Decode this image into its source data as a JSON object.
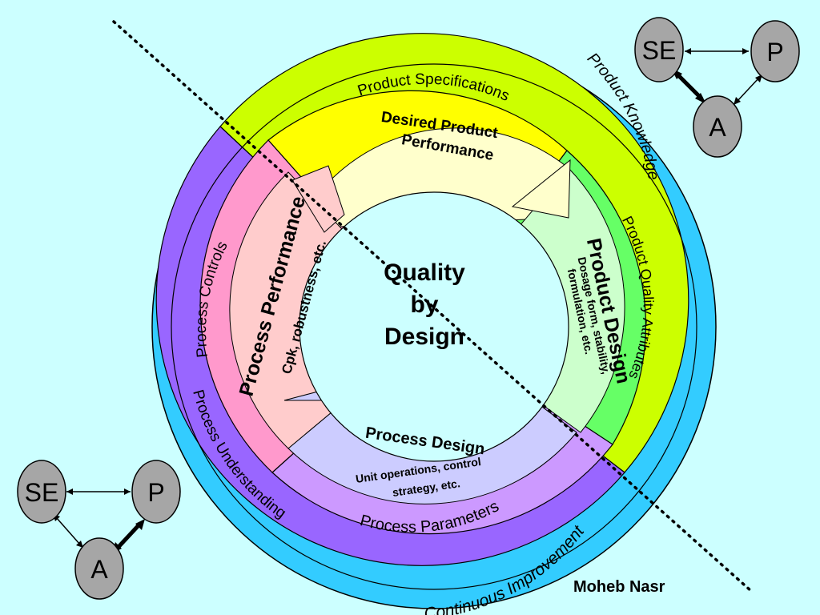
{
  "center": {
    "line1": "Quality",
    "line2": "by",
    "line3": "Design"
  },
  "outer_ring": {
    "top": "Product Knowledge",
    "bottom": "Continuous Improvement",
    "left": "Process Understanding"
  },
  "middle_ring": {
    "top": "Product Specifications",
    "right": "Product Quality Attributes",
    "bottom": "Process Parameters",
    "left": "Process Controls"
  },
  "inner_ring": {
    "top_title_line1": "Desired Product",
    "top_title_line2": "Performance",
    "right_title": "Product Design",
    "right_sub_line1": "Dosage form, stability,",
    "right_sub_line2": "formulation, etc.",
    "bottom_title": "Process Design",
    "bottom_sub_line1": "Unit operations, control",
    "bottom_sub_line2": "strategy, etc.",
    "left_title": "Process Performance",
    "left_sub": "Cpk, robustness, etc."
  },
  "triangle_top_right": {
    "se": "SE",
    "p": "P",
    "a": "A"
  },
  "triangle_bottom_left": {
    "se": "SE",
    "p": "P",
    "a": "A"
  },
  "author": "Moheb Nasr",
  "colors": {
    "background": "#ccffff",
    "outer_ring": "#33ccff",
    "green_yellow": "#ccff00",
    "purple": "#9966ff",
    "yellow": "#ffff00",
    "green": "#66ff66",
    "lilac": "#cc99ff",
    "pink": "#ff99cc",
    "cream": "#ffffcc",
    "light_green": "#ccffcc",
    "lavender": "#ccccff",
    "salmon": "#ffcccc",
    "node_gray": "#a6a6a6"
  }
}
